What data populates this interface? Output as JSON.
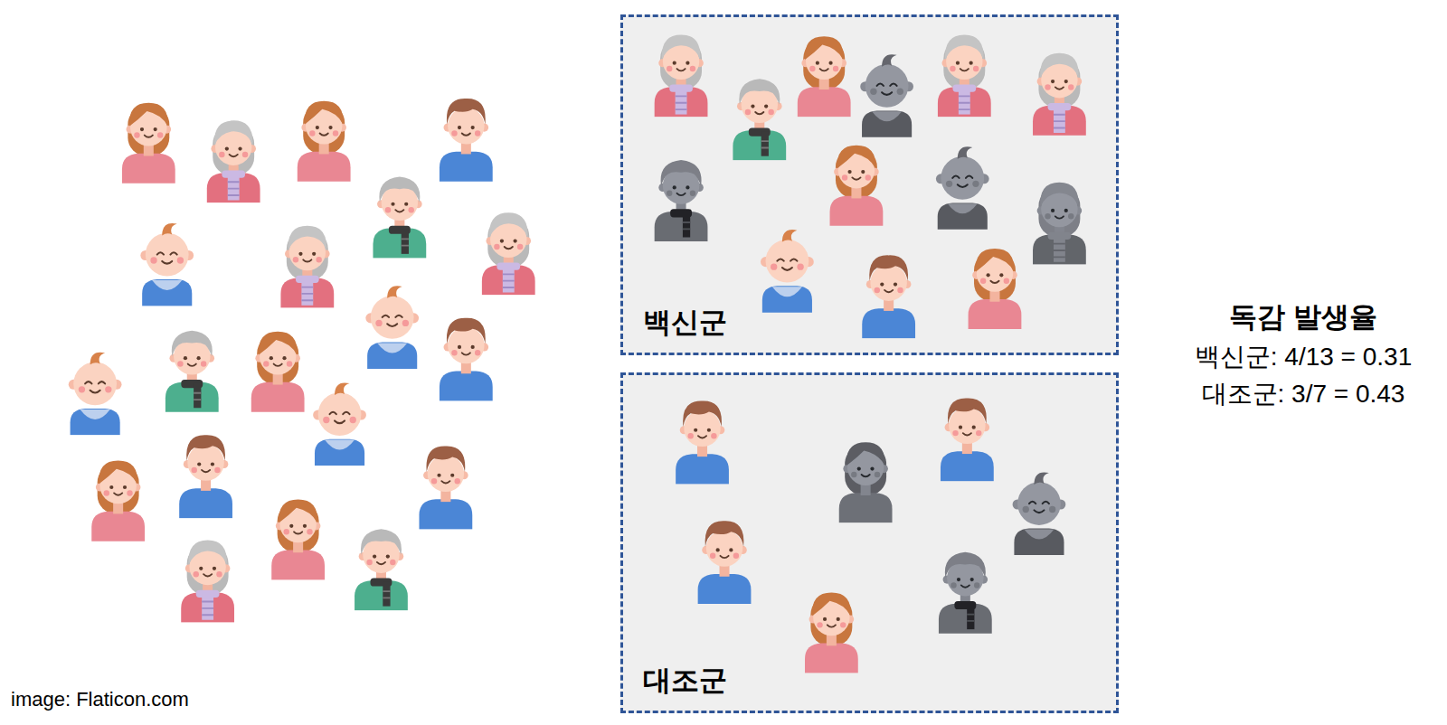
{
  "diagram": {
    "nodes": [
      {
        "text": [
          "백신군"
        ]
      },
      {
        "text": [
          "대조군"
        ]
      }
    ],
    "labels": [
      "독감 발생율",
      "백신군: 4/13 = 0.31",
      "대조군: 3/7 = 0.43",
      "image: Flaticon.com"
    ]
  }
}
